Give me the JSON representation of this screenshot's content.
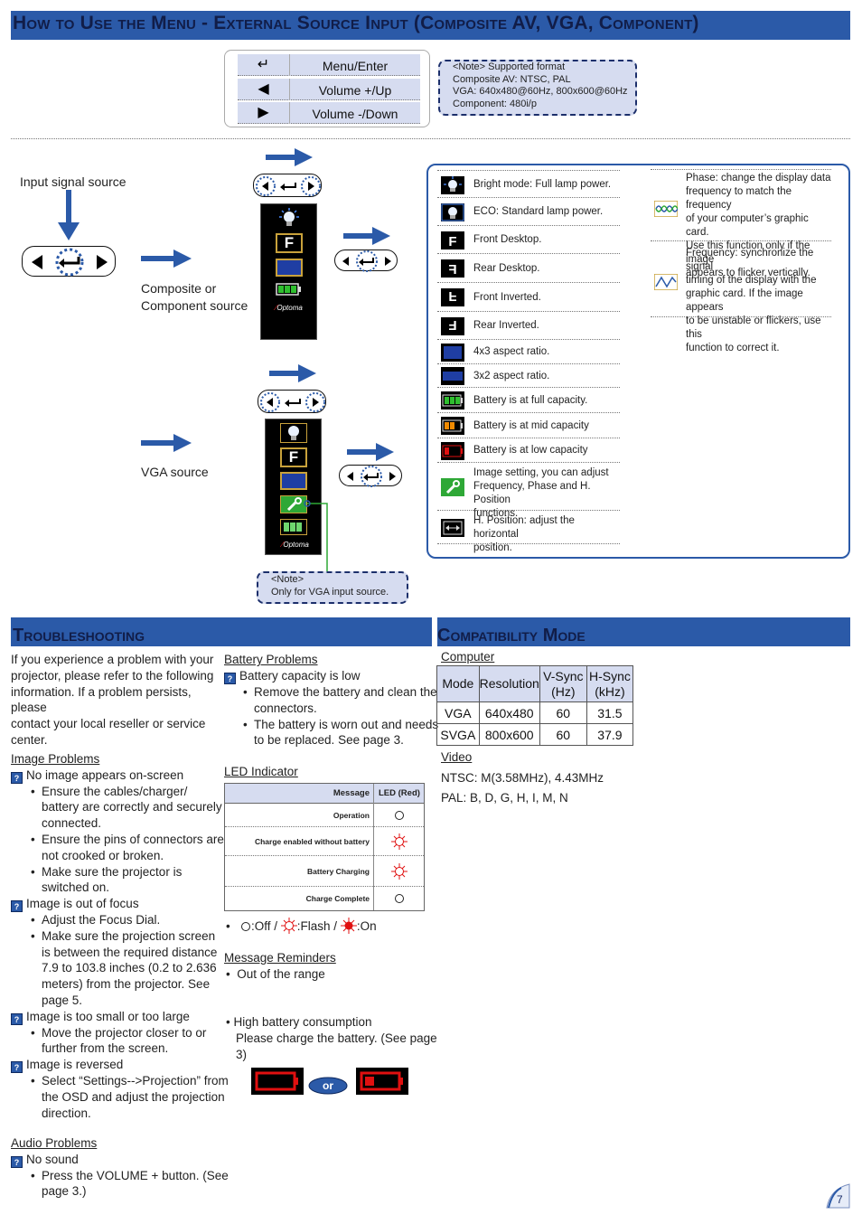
{
  "header": {
    "title": "How to Use the Menu - External Source Input (Composite AV, VGA, Component)"
  },
  "keys": [
    {
      "glyph": "↵",
      "label": "Menu/Enter"
    },
    {
      "glyph": "◀",
      "label": "Volume +/Up"
    },
    {
      "glyph": "▶",
      "label": "Volume -/Down"
    }
  ],
  "format_note": {
    "line1": "<Note> Supported format",
    "line2": "Composite AV: NTSC, PAL",
    "line3": "VGA: 640x480@60Hz, 800x600@60Hz",
    "line4": "Component: 480i/p"
  },
  "diagram": {
    "input_signal": "Input signal source",
    "composite_line1": "Composite or",
    "composite_line2": "Component source",
    "vga": "VGA source",
    "brand": "Optoma"
  },
  "vga_note": {
    "line1": "<Note>",
    "line2": "Only for VGA input source."
  },
  "legend": [
    {
      "icon": "bulb-bright-icon",
      "text": "Bright mode: Full lamp power."
    },
    {
      "icon": "bulb-eco-icon",
      "text": "ECO: Standard lamp power."
    },
    {
      "icon": "front-desktop-icon",
      "text": "Front Desktop."
    },
    {
      "icon": "rear-desktop-icon",
      "text": "Rear Desktop."
    },
    {
      "icon": "front-inverted-icon",
      "text": "Front Inverted."
    },
    {
      "icon": "rear-inverted-icon",
      "text": "Rear Inverted."
    },
    {
      "icon": "aspect-4x3-icon",
      "text": "4x3 aspect ratio."
    },
    {
      "icon": "aspect-3x2-icon",
      "text": "3x2 aspect ratio."
    },
    {
      "icon": "battery-full-icon",
      "text": "Battery is at full capacity."
    },
    {
      "icon": "battery-mid-icon",
      "text": "Battery is at mid capacity"
    },
    {
      "icon": "battery-low-icon",
      "text": "Battery is at low capacity"
    },
    {
      "icon": "wrench-icon",
      "text1": "Image setting, you can adjust",
      "text2": "Frequency, Phase and H. Position",
      "text3": "functions."
    },
    {
      "icon": "hposition-icon",
      "text1": "H. Position: adjust the horizontal",
      "text2": "position."
    }
  ],
  "phase": {
    "l1": "Phase: change the display data",
    "l2": "frequency to match the frequency",
    "l3": "of your computer’s graphic card.",
    "l4": "Use this function only if the image",
    "l5": "appears to flicker vertically."
  },
  "frequency": {
    "l1": "Frequency: synchronize the signal",
    "l2": "timing of the display with the",
    "l3": "graphic card. If the image appears",
    "l4": "to be unstable or flickers, use this",
    "l5": "function to correct it."
  },
  "trouble": {
    "title": "Troubleshooting",
    "intro": [
      "If you experience a problem with your",
      "projector, please refer to the following",
      "information. If a problem persists, please",
      "contact your local reseller or service",
      "center."
    ],
    "image_title": "Image Problems",
    "q1": "No image appears on-screen",
    "q1b": [
      [
        "Ensure the cables/charger/",
        "battery are correctly and securely",
        "connected."
      ],
      [
        "Ensure the pins of connectors are",
        "not crooked or broken."
      ],
      [
        "Make sure the projector is",
        "switched on."
      ]
    ],
    "q2": "Image is out of focus",
    "q2b": [
      [
        "Adjust the Focus Dial."
      ],
      [
        "Make sure the projection screen",
        "is between the required distance",
        "7.9 to 103.8 inches (0.2 to 2.636",
        "meters) from the projector. See",
        "page 5."
      ]
    ],
    "q3": "Image is too small or too large",
    "q3b": [
      [
        "Move the projector closer to or",
        "further from the screen."
      ]
    ],
    "q4": "Image is reversed",
    "q4b": [
      [
        "Select “Settings-->Projection” from",
        "the OSD and adjust the projection",
        "direction."
      ]
    ],
    "audio_title": "Audio Problems",
    "q5": "No sound",
    "q5b": [
      [
        "Press the VOLUME + button. (See",
        "page 3.)"
      ]
    ]
  },
  "battery": {
    "title": "Battery Problems",
    "q": "Battery capacity is low",
    "b": [
      [
        "Remove the battery and clean the",
        "connectors."
      ],
      [
        "The battery is worn out and needs",
        "to be replaced. See page 3."
      ]
    ]
  },
  "led": {
    "title": "LED Indicator",
    "head_msg": "Message",
    "head_led": "LED (Red)",
    "rows": [
      {
        "msg": "Operation",
        "state": "off"
      },
      {
        "msg": "Charge enabled without battery",
        "state": "flash"
      },
      {
        "msg": "Battery Charging",
        "state": "flash"
      },
      {
        "msg": "Charge Complete",
        "state": "off"
      }
    ],
    "legend_off": ":Off /",
    "legend_flash": ":Flash /",
    "legend_on": ":On"
  },
  "reminders": {
    "title": "Message Reminders",
    "r1": "Out of the range",
    "r2": "High battery consumption",
    "r2a": "Please charge the battery. (See page",
    "r2b": "3)",
    "or": "or"
  },
  "compat": {
    "title": "Compatibility Mode",
    "computer": "Computer",
    "headers": [
      "Mode",
      "Resolution",
      "V-Sync (Hz)",
      "H-Sync (kHz)"
    ],
    "rows": [
      [
        "VGA",
        "640x480",
        "60",
        "31.5"
      ],
      [
        "SVGA",
        "800x600",
        "60",
        "37.9"
      ]
    ],
    "video": "Video",
    "ntsc": "NTSC: M(3.58MHz), 4.43MHz",
    "pal": "PAL: B, D, G, H, I, M, N"
  },
  "page_number": "7",
  "colors": {
    "brand_blue": "#2b5aa8",
    "title_navy": "#111d48",
    "light_blue": "#d6dcf0",
    "osd_gold": "#c9a23b"
  }
}
